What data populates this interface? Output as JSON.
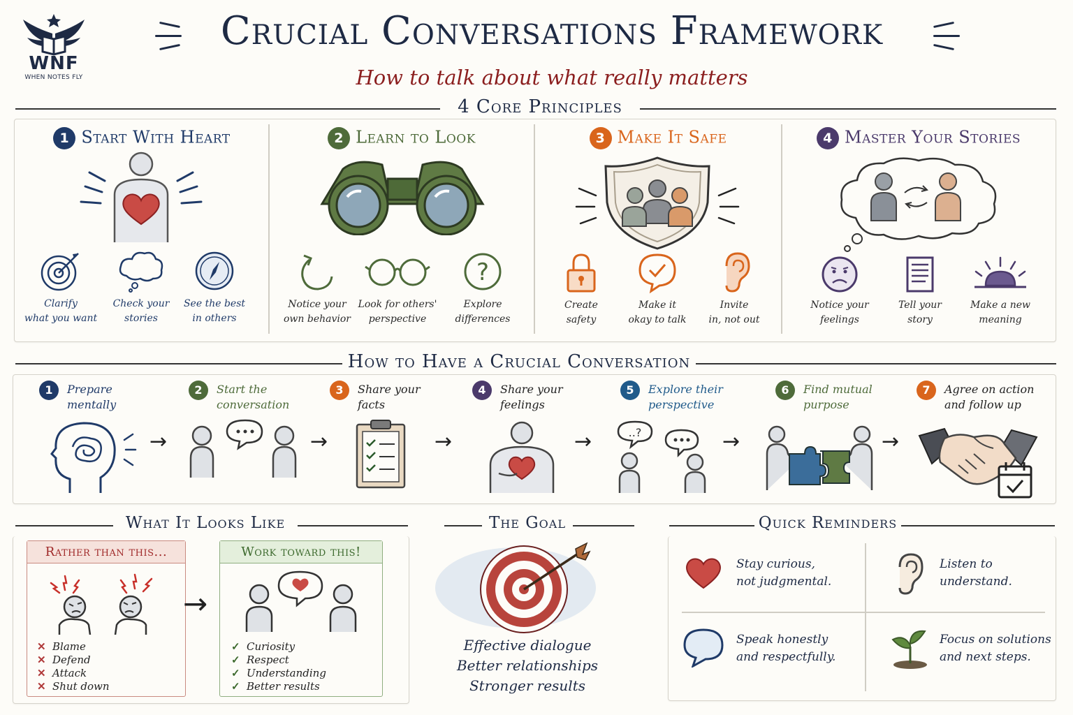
{
  "brand": {
    "name": "WNF",
    "tagline": "WHEN NOTES FLY"
  },
  "title": "Crucial Conversations Framework",
  "subtitle": "How to talk about what really matters",
  "colors": {
    "navy": "#1f3a68",
    "green": "#4e6b3a",
    "orange": "#d9651c",
    "purple": "#4b3a6b",
    "red": "#b03a3a"
  },
  "principles_section": {
    "title": "4 Core Principles",
    "items": [
      {
        "num": "1",
        "title": "Start With Heart",
        "color": "#1f3a68",
        "icon": "person-heart-icon",
        "subs": [
          {
            "icon": "target-icon",
            "label": "Clarify\nwhat you want"
          },
          {
            "icon": "thought-cloud-icon",
            "label": "Check your\nstories"
          },
          {
            "icon": "compass-icon",
            "label": "See the best\nin others"
          }
        ]
      },
      {
        "num": "2",
        "title": "Learn to Look",
        "color": "#4e6b3a",
        "icon": "binoculars-icon",
        "subs": [
          {
            "icon": "rotate-arrow-icon",
            "label": "Notice your\nown behavior"
          },
          {
            "icon": "glasses-icon",
            "label": "Look for others'\nperspective"
          },
          {
            "icon": "question-icon",
            "label": "Explore\ndifferences"
          }
        ]
      },
      {
        "num": "3",
        "title": "Make It Safe",
        "color": "#d9651c",
        "icon": "shield-people-icon",
        "subs": [
          {
            "icon": "lock-icon",
            "label": "Create\nsafety"
          },
          {
            "icon": "check-bubble-icon",
            "label": "Make it\nokay to talk"
          },
          {
            "icon": "ear-icon",
            "label": "Invite\nin, not out"
          }
        ]
      },
      {
        "num": "4",
        "title": "Master Your Stories",
        "color": "#4b3a6b",
        "icon": "thought-people-icon",
        "subs": [
          {
            "icon": "sad-face-icon",
            "label": "Notice your\nfeelings"
          },
          {
            "icon": "document-icon",
            "label": "Tell your\nstory"
          },
          {
            "icon": "sunrise-icon",
            "label": "Make a new\nmeaning"
          }
        ]
      }
    ]
  },
  "steps_section": {
    "title": "How to Have a Crucial Conversation",
    "steps": [
      {
        "num": "1",
        "label": "Prepare\nmentally",
        "color": "#1f3a68",
        "icon": "head-thoughts-icon"
      },
      {
        "num": "2",
        "label": "Start the\nconversation",
        "color": "#4e6b3a",
        "icon": "two-people-talk-icon"
      },
      {
        "num": "3",
        "label": "Share your\nfacts",
        "color": "#d9651c",
        "icon": "clipboard-icon"
      },
      {
        "num": "4",
        "label": "Share your\nfeelings",
        "color": "#4b3a6b",
        "icon": "person-heart-icon"
      },
      {
        "num": "5",
        "label": "Explore their\nperspective",
        "color": "#1f5a8a",
        "icon": "question-talk-icon"
      },
      {
        "num": "6",
        "label": "Find mutual\npurpose",
        "color": "#4e6b3a",
        "icon": "puzzle-icon"
      },
      {
        "num": "7",
        "label": "Agree on action\nand follow up",
        "color": "#d9651c",
        "icon": "handshake-icon"
      }
    ]
  },
  "looks_like": {
    "title": "What It Looks Like",
    "rather": {
      "title": "Rather than this...",
      "items": [
        "Blame",
        "Defend",
        "Attack",
        "Shut down"
      ]
    },
    "toward": {
      "title": "Work toward this!",
      "items": [
        "Curiosity",
        "Respect",
        "Understanding",
        "Better results"
      ]
    }
  },
  "goal": {
    "title": "The Goal",
    "lines": [
      "Effective dialogue",
      "Better relationships",
      "Stronger results"
    ]
  },
  "reminders": {
    "title": "Quick Reminders",
    "items": [
      {
        "icon": "heart-icon",
        "text": "Stay curious,\nnot judgmental."
      },
      {
        "icon": "ear-icon",
        "text": "Listen to\nunderstand."
      },
      {
        "icon": "speech-bubble-icon",
        "text": "Speak honestly\nand respectfully."
      },
      {
        "icon": "sprout-icon",
        "text": "Focus on solutions\nand next steps."
      }
    ]
  }
}
